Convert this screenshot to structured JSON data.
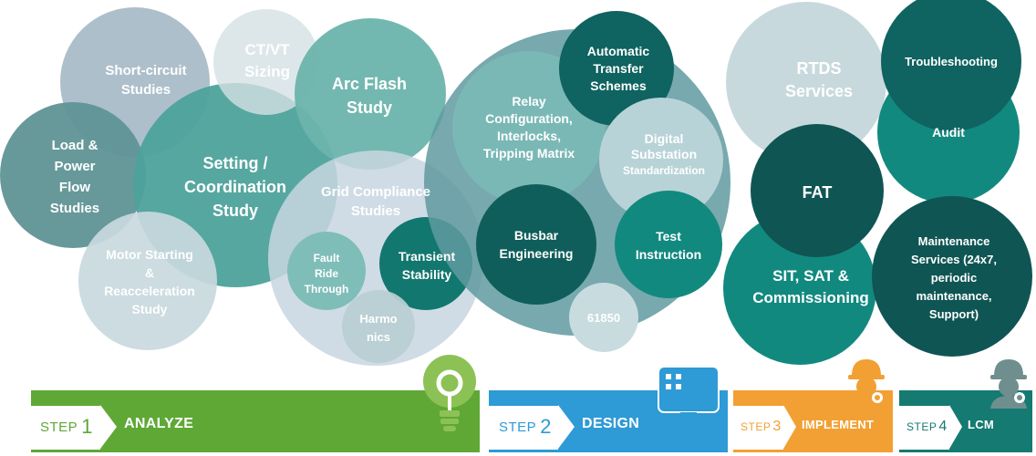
{
  "colors": {
    "dark_teal": "#0f6360",
    "teal": "#12897f",
    "mid_teal": "#3d9d97",
    "light_teal": "#7fbdb8",
    "slate": "#5f8f96",
    "grey_blue": "#a9bcc7",
    "pale": "#c8d9de",
    "green": "#5fa836",
    "blue": "#2e9ad6",
    "orange": "#f2a033",
    "step4_teal": "#147a72"
  },
  "bubbles": {
    "short_circuit": [
      "Short-circuit",
      "Studies"
    ],
    "ct_vt": [
      "CT/VT",
      "Sizing"
    ],
    "arc_flash": [
      "Arc Flash",
      "Study"
    ],
    "load_flow": [
      "Load &",
      "Power",
      "Flow",
      "Studies"
    ],
    "setting": [
      "Setting /",
      "Coordination",
      "Study"
    ],
    "motor": [
      "Motor Starting",
      "&",
      "Reacceleration",
      "Study"
    ],
    "grid": [
      "Grid Compliance",
      "Studies"
    ],
    "fault_ride": [
      "Fault",
      "Ride",
      "Through"
    ],
    "transient": [
      "Transient",
      "Stability"
    ],
    "harmonics": [
      "Harmo",
      "nics"
    ],
    "ats": [
      "Automatic",
      "Transfer",
      "Schemes"
    ],
    "relay": [
      "Relay",
      "Configuration,",
      "Interlocks,",
      "Tripping Matrix"
    ],
    "digital": [
      "Digital",
      "Substation",
      "Standardization"
    ],
    "busbar": [
      "Busbar",
      "Engineering"
    ],
    "test": [
      "Test",
      "Instruction"
    ],
    "iec": [
      "61850"
    ],
    "rtds": [
      "RTDS",
      "Services"
    ],
    "troubleshooting": [
      "Troubleshooting"
    ],
    "audit": [
      "Audit"
    ],
    "fat": [
      "FAT"
    ],
    "sit": [
      "SIT, SAT &",
      "Commissioning"
    ],
    "maintenance": [
      "Maintenance",
      "Services  (24x7,",
      "periodic",
      "maintenance,",
      "Support)"
    ]
  },
  "steps": [
    {
      "word": "STEP",
      "num": "1",
      "title": "ANALYZE",
      "icon": "lightbulb-icon"
    },
    {
      "word": "STEP",
      "num": "2",
      "title": "DESIGN",
      "icon": "monitor-icon"
    },
    {
      "word": "STEP",
      "num": "3",
      "title": "IMPLEMENT",
      "icon": "engineer-hardhat-icon"
    },
    {
      "word": "STEP",
      "num": "4",
      "title": "LCM",
      "icon": "engineer-hardhat-icon"
    }
  ]
}
